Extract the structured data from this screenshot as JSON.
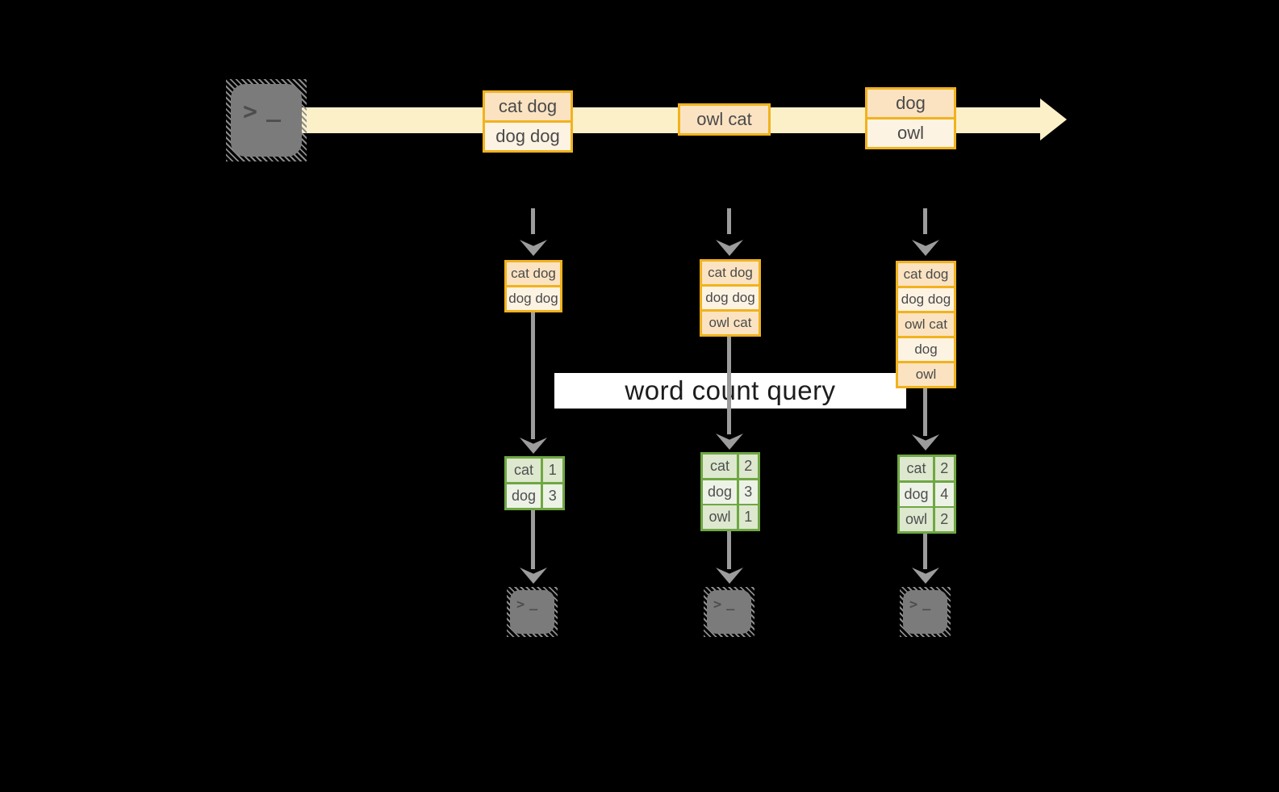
{
  "colors": {
    "page-bg": "#000000",
    "band": "#FCF0C9",
    "amber": "#F1B21D",
    "peach": "#FBE3C2",
    "cream": "#FDF3E3",
    "green": "#6FA743",
    "green-dark": "#DDE8CF",
    "green-light": "#EDF2E7",
    "arrow": "#9C9C9C",
    "terminal": "#7B7B7B",
    "terminal-glyph": "#4D4D4D",
    "text-dark": "#4A4A4A",
    "query-bg": "#FFFFFF",
    "query-text": "#1C1C1C"
  },
  "terminal_glyph": {
    "prompt": ">",
    "cursor": "_"
  },
  "stream": {
    "events": [
      {
        "lines": [
          "cat dog",
          "dog dog"
        ]
      },
      {
        "lines": [
          "owl cat"
        ]
      },
      {
        "lines": [
          "dog",
          "owl"
        ]
      }
    ]
  },
  "query": {
    "label": "word count query"
  },
  "columns": [
    {
      "buffer": [
        "cat dog",
        "dog dog"
      ],
      "table": [
        {
          "word": "cat",
          "count": "1"
        },
        {
          "word": "dog",
          "count": "3"
        }
      ]
    },
    {
      "buffer": [
        "cat dog",
        "dog dog",
        "owl cat"
      ],
      "table": [
        {
          "word": "cat",
          "count": "2"
        },
        {
          "word": "dog",
          "count": "3"
        },
        {
          "word": "owl",
          "count": "1"
        }
      ]
    },
    {
      "buffer": [
        "cat dog",
        "dog dog",
        "owl cat",
        "dog",
        "owl"
      ],
      "table": [
        {
          "word": "cat",
          "count": "2"
        },
        {
          "word": "dog",
          "count": "4"
        },
        {
          "word": "owl",
          "count": "2"
        }
      ]
    }
  ]
}
